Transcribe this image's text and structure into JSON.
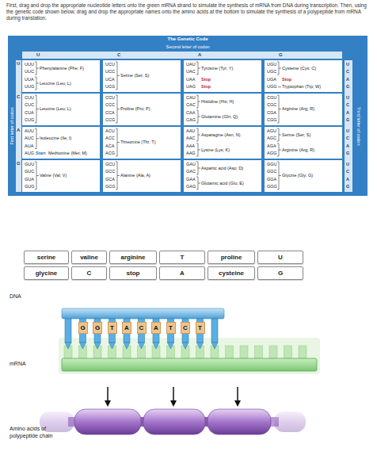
{
  "diagram": {
    "title": "The Genetic Code",
    "nodes": [
      {
        "text": [
          "serine"
        ]
      },
      {
        "text": [
          "valine"
        ]
      },
      {
        "text": [
          "arginine"
        ]
      },
      {
        "text": [
          "T"
        ]
      },
      {
        "text": [
          "proline"
        ]
      },
      {
        "text": [
          "U"
        ]
      },
      {
        "text": [
          "glycine"
        ]
      },
      {
        "text": [
          "C"
        ]
      },
      {
        "text": [
          "stop"
        ]
      },
      {
        "text": [
          "A"
        ]
      },
      {
        "text": [
          "cysteine"
        ]
      },
      {
        "text": [
          "G"
        ]
      },
      {
        "text": [
          "G"
        ]
      },
      {
        "text": [
          "G"
        ]
      },
      {
        "text": [
          "T"
        ]
      },
      {
        "text": [
          "A"
        ]
      },
      {
        "text": [
          "C"
        ]
      },
      {
        "text": [
          "A"
        ]
      },
      {
        "text": [
          "T"
        ]
      },
      {
        "text": [
          "C"
        ]
      },
      {
        "text": [
          "T"
        ]
      }
    ],
    "labels": [
      "First, drag and drop the appropriate nucleotide letters onto the green mRNA strand to simulate the synthesis of mRNA from DNA during transcription. Then, using the genetic code shown below, drag and drop the appropriate names onto the amino acids at the bottom to simulate the synthesis of a polypeptide from mRNA during translation.",
      "Second letter of codon",
      "U",
      "C",
      "A",
      "G",
      "First letter of codon",
      "Third letter of codon",
      "U",
      "UUU",
      "UUC",
      "UUA",
      "UUG",
      "Phenylalanine (Phe; F)",
      "Leucine (Leu; L)",
      "UCU",
      "UCC",
      "UCA",
      "UCG",
      "Serine (Ser; S)",
      "UAU",
      "UAC",
      "UAA",
      "UAG",
      "Tyrosine (Tyr; Y)",
      "Stop",
      "Stop",
      "UGU",
      "UGC",
      "UGA",
      "UGG",
      "Cysteine (Cys; C)",
      "Stop",
      "Tryptophan (Trp; W)",
      "U",
      "C",
      "A",
      "G",
      "C",
      "CUU",
      "CUC",
      "CUA",
      "CUG",
      "Leucine (Leu; L)",
      "CCU",
      "CCC",
      "CCA",
      "CCG",
      "Proline (Pro; P)",
      "CAU",
      "CAC",
      "CAA",
      "CAG",
      "Histidine (His; H)",
      "Glutamine (Gln; Q)",
      "CGU",
      "CGC",
      "CGA",
      "CGG",
      "Arginine (Arg; R)",
      "U",
      "C",
      "A",
      "G",
      "A",
      "AUU",
      "AUC",
      "AUA",
      "AUG",
      "Isoleucine (Ile; I)",
      "Start",
      "Methionine (Met; M)",
      "ACU",
      "ACC",
      "ACA",
      "ACG",
      "Threonine (Thr; T)",
      "AAU",
      "AAC",
      "AAA",
      "AAG",
      "Asparagine (Asn; N)",
      "Lysine (Lys; K)",
      "AGU",
      "AGC",
      "AGA",
      "AGG",
      "Serine (Ser; S)",
      "Arginine (Arg; R)",
      "U",
      "C",
      "A",
      "G",
      "G",
      "GUU",
      "GUC",
      "GUA",
      "GUG",
      "Valine (Val; V)",
      "GCU",
      "GCC",
      "GCA",
      "GCG",
      "Alanine (Ala; A)",
      "GAU",
      "GAC",
      "GAA",
      "GAG",
      "Aspartic acid (Asp; D)",
      "Glutamic acid (Glu; E)",
      "GGU",
      "GGC",
      "GGA",
      "GGG",
      "Glycine (Gly; G)",
      "U",
      "C",
      "A",
      "G",
      "DNA",
      "mRNA",
      "Amino acids of polypeptide chain"
    ]
  }
}
